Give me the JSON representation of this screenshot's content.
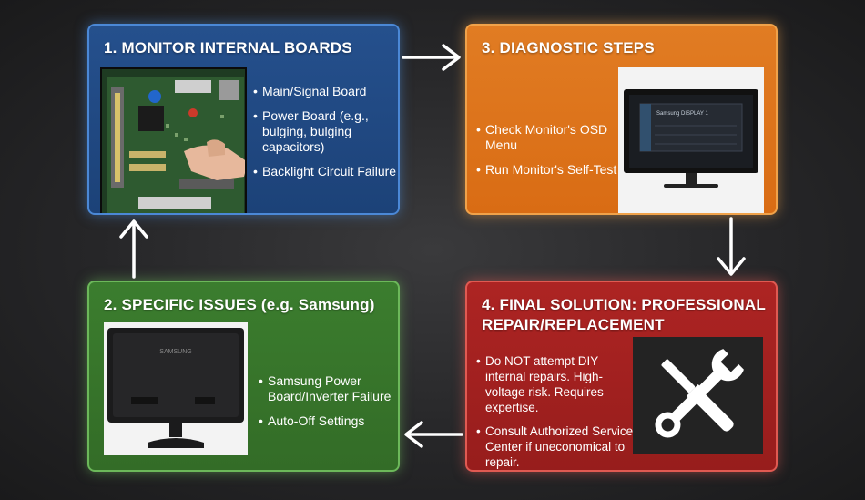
{
  "cards": {
    "c1": {
      "title": "1. MONITOR INTERNAL BOARDS",
      "items": [
        "Main/Signal Board",
        "Power Board (e.g., bulging, bulging capacitors)",
        "Backlight Circuit Failure"
      ],
      "color": "#25508d"
    },
    "c2": {
      "title": "2. SPECIFIC ISSUES (e.g. Samsung)",
      "items": [
        "Samsung Power Board/Inverter Failure",
        "Auto-Off Settings"
      ],
      "brand_text": "SAMSUNG",
      "color": "#3b7d2e"
    },
    "c3": {
      "title": "3. DIAGNOSTIC STEPS",
      "items": [
        "Check Monitor's OSD Menu",
        "Run Monitor's Self-Test"
      ],
      "screen_text": "Samsung DISPLAY 1",
      "color": "#e17c23"
    },
    "c4": {
      "title": "4. FINAL SOLUTION: PROFESSIONAL REPAIR/REPLACEMENT",
      "items": [
        "Do NOT attempt DIY internal repairs. High-voltage risk. Requires expertise.",
        "Consult Authorized Service Center if uneconomical to repair."
      ],
      "icon": "tools-icon",
      "color": "#ad2423"
    }
  }
}
